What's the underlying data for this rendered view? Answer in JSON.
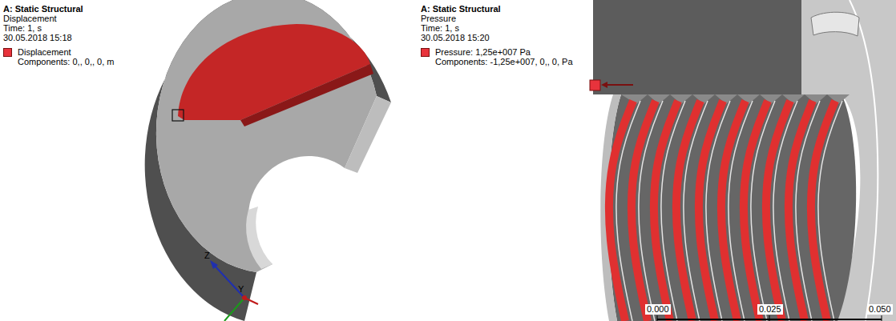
{
  "diagram": {
    "labels": [
      "A: Static Structural",
      "Displacement",
      "Time: 1, s",
      "30.05.2018 15:18",
      "Components: 0,, 0,, 0, m",
      "A: Static Structural",
      "Pressure",
      "Time: 1, s",
      "30.05.2018 15:20",
      "Components: -1,25e+007, 0,, 0, Pa",
      "Z",
      "Y",
      "0.000",
      "0.025",
      "0.050"
    ],
    "legend": [
      {
        "text": "Displacement",
        "color": "#e8333c"
      },
      {
        "text": "Pressure: 1,25e+007 Pa",
        "color": "#e8333c"
      }
    ]
  }
}
